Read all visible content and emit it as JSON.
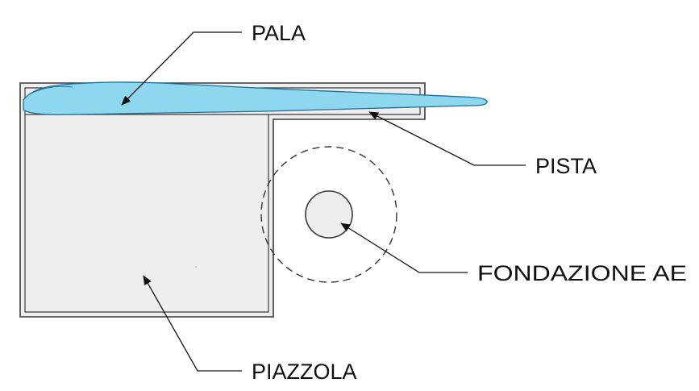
{
  "labels": {
    "pala": "PALA",
    "pista": "PISTA",
    "fondazione": "FONDAZIONE AE",
    "piazzola": "PIAZZOLA"
  },
  "colors": {
    "blade_fill": "#8ed8ef",
    "blade_stroke": "#1e6f96",
    "area_fill": "#eeeeee",
    "outline": "#3a3a3a",
    "leader": "#111111"
  }
}
